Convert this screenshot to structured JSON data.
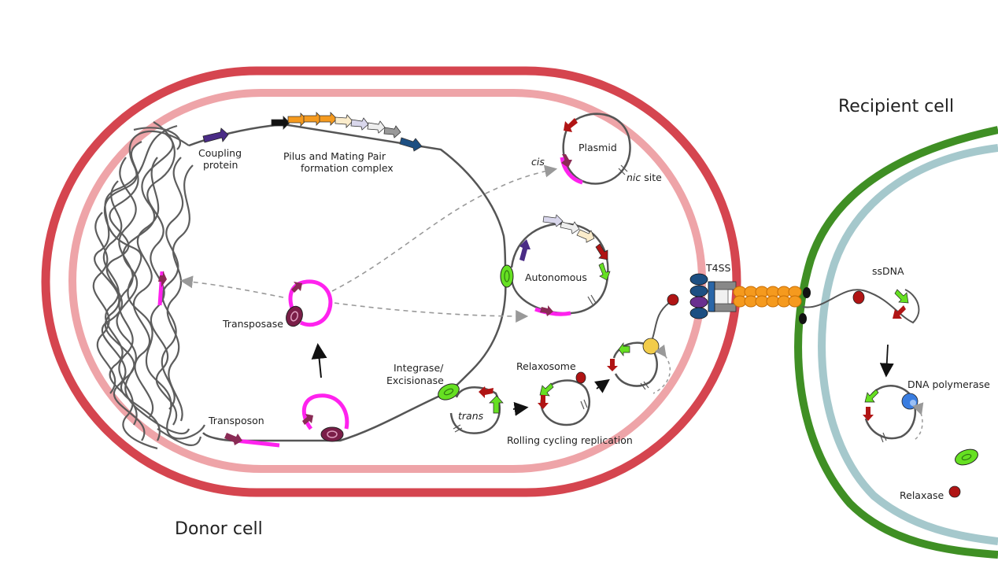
{
  "cells": {
    "donor_label": "Donor cell",
    "recipient_label": "Recipient cell"
  },
  "labels": {
    "coupling_protein_1": "Coupling",
    "coupling_protein_2": "protein",
    "pilus_1": "Pilus and Mating Pair",
    "pilus_2": "formation complex",
    "plasmid": "Plasmid",
    "cis": "cis",
    "nic": "nic",
    "nic_site": " site",
    "autonomous": "Autonomous",
    "t4ss": "T4SS",
    "transposase": "Transposase",
    "integrase_1": "Integrase/",
    "integrase_2": "Excisionase",
    "relaxosome": "Relaxosome",
    "trans": "trans",
    "rolling": "Rolling cycling replication",
    "transposon": "Transposon",
    "ssdna": "ssDNA",
    "dna_polymerase": "DNA polymerase",
    "relaxase": "Relaxase"
  },
  "colors": {
    "outer_membrane": "#d5454f",
    "inner_membrane": "#eea4a8",
    "recipient_outer": "#3f8f24",
    "recipient_inner": "#a5c8cc",
    "dna": "#555555",
    "transposon": "#ff22ee",
    "relaxase": "#b01414",
    "integrase": "#66e022",
    "polymerase": "#3a7de0",
    "helicase": "#f2cc4a",
    "pilus": "#f59a1e"
  },
  "icons": [
    "chromosome-tangle",
    "gene-arrow",
    "relaxase-dot",
    "integrase-oval",
    "t4ss-pore",
    "pilus-filament"
  ]
}
